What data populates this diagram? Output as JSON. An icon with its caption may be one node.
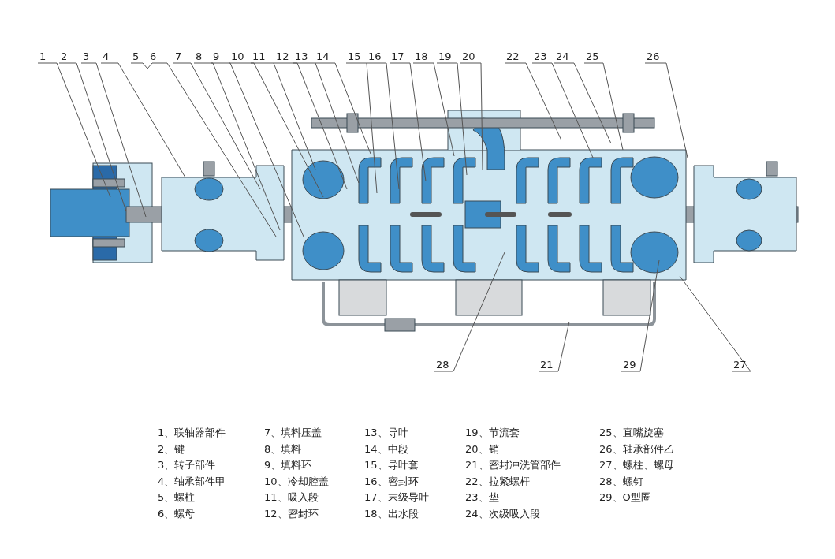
{
  "diagram": {
    "nodes": [
      {
        "text": [
          "1"
        ]
      },
      {
        "text": [
          "2"
        ]
      },
      {
        "text": [
          "3"
        ]
      },
      {
        "text": [
          "4"
        ]
      },
      {
        "text": [
          "5"
        ]
      },
      {
        "text": [
          "6"
        ]
      },
      {
        "text": [
          "7"
        ]
      },
      {
        "text": [
          "8"
        ]
      },
      {
        "text": [
          "9"
        ]
      },
      {
        "text": [
          "10"
        ]
      },
      {
        "text": [
          "11"
        ]
      },
      {
        "text": [
          "12"
        ]
      },
      {
        "text": [
          "13"
        ]
      },
      {
        "text": [
          "14"
        ]
      },
      {
        "text": [
          "15"
        ]
      },
      {
        "text": [
          "16"
        ]
      },
      {
        "text": [
          "17"
        ]
      },
      {
        "text": [
          "18"
        ]
      },
      {
        "text": [
          "19"
        ]
      },
      {
        "text": [
          "20"
        ]
      },
      {
        "text": [
          "22"
        ]
      },
      {
        "text": [
          "23"
        ]
      },
      {
        "text": [
          "24"
        ]
      },
      {
        "text": [
          "25"
        ]
      },
      {
        "text": [
          "26"
        ]
      },
      {
        "text": [
          "28"
        ]
      },
      {
        "text": [
          "21"
        ]
      },
      {
        "text": [
          "29"
        ]
      },
      {
        "text": [
          "27"
        ]
      }
    ],
    "edges": [
      {
        "from": 0,
        "to": null,
        "arrow": "none"
      },
      {
        "from": 1,
        "to": null,
        "arrow": "none"
      },
      {
        "from": 2,
        "to": null,
        "arrow": "none"
      },
      {
        "from": 3,
        "to": null,
        "arrow": "none"
      },
      {
        "from": 4,
        "to": null,
        "arrow": "none"
      },
      {
        "from": 5,
        "to": null,
        "arrow": "none"
      },
      {
        "from": 6,
        "to": null,
        "arrow": "none"
      },
      {
        "from": 7,
        "to": null,
        "arrow": "none"
      },
      {
        "from": 8,
        "to": null,
        "arrow": "none"
      },
      {
        "from": 9,
        "to": null,
        "arrow": "none"
      },
      {
        "from": 10,
        "to": null,
        "arrow": "none"
      },
      {
        "from": 11,
        "to": null,
        "arrow": "none"
      },
      {
        "from": 12,
        "to": null,
        "arrow": "none"
      },
      {
        "from": 13,
        "to": null,
        "arrow": "none"
      },
      {
        "from": 14,
        "to": null,
        "arrow": "none"
      },
      {
        "from": 15,
        "to": null,
        "arrow": "none"
      },
      {
        "from": 16,
        "to": null,
        "arrow": "none"
      },
      {
        "from": 17,
        "to": null,
        "arrow": "none"
      },
      {
        "from": 18,
        "to": null,
        "arrow": "none"
      },
      {
        "from": 19,
        "to": null,
        "arrow": "none"
      },
      {
        "from": 20,
        "to": null,
        "arrow": "none"
      },
      {
        "from": 21,
        "to": null,
        "arrow": "none"
      },
      {
        "from": 22,
        "to": null,
        "arrow": "none"
      },
      {
        "from": 23,
        "to": null,
        "arrow": "none"
      },
      {
        "from": 24,
        "to": null,
        "arrow": "none"
      },
      {
        "from": 25,
        "to": null,
        "arrow": "none"
      },
      {
        "from": 26,
        "to": null,
        "arrow": "none"
      },
      {
        "from": 27,
        "to": null,
        "arrow": "none"
      },
      {
        "from": 28,
        "to": null,
        "arrow": "none"
      }
    ],
    "labels": [
      "1、联轴器部件",
      "2、键",
      "3、转子部件",
      "4、轴承部件甲",
      "5、螺柱",
      "6、螺母",
      "7、填料压盖",
      "8、填料",
      "9、填料环",
      "10、冷却腔盖",
      "11、吸入段",
      "12、密封环",
      "13、导叶",
      "14、中段",
      "15、导叶套",
      "16、密封环",
      "17、末级导叶",
      "18、出水段",
      "19、节流套",
      "20、销",
      "21、密封冲洗管部件",
      "22、拉紧螺杆",
      "23、垫",
      "24、次级吸入段",
      "25、直嘴旋塞",
      "26、轴承部件乙",
      "27、螺柱、螺母",
      "28、螺钉",
      "29、O型圈"
    ]
  }
}
